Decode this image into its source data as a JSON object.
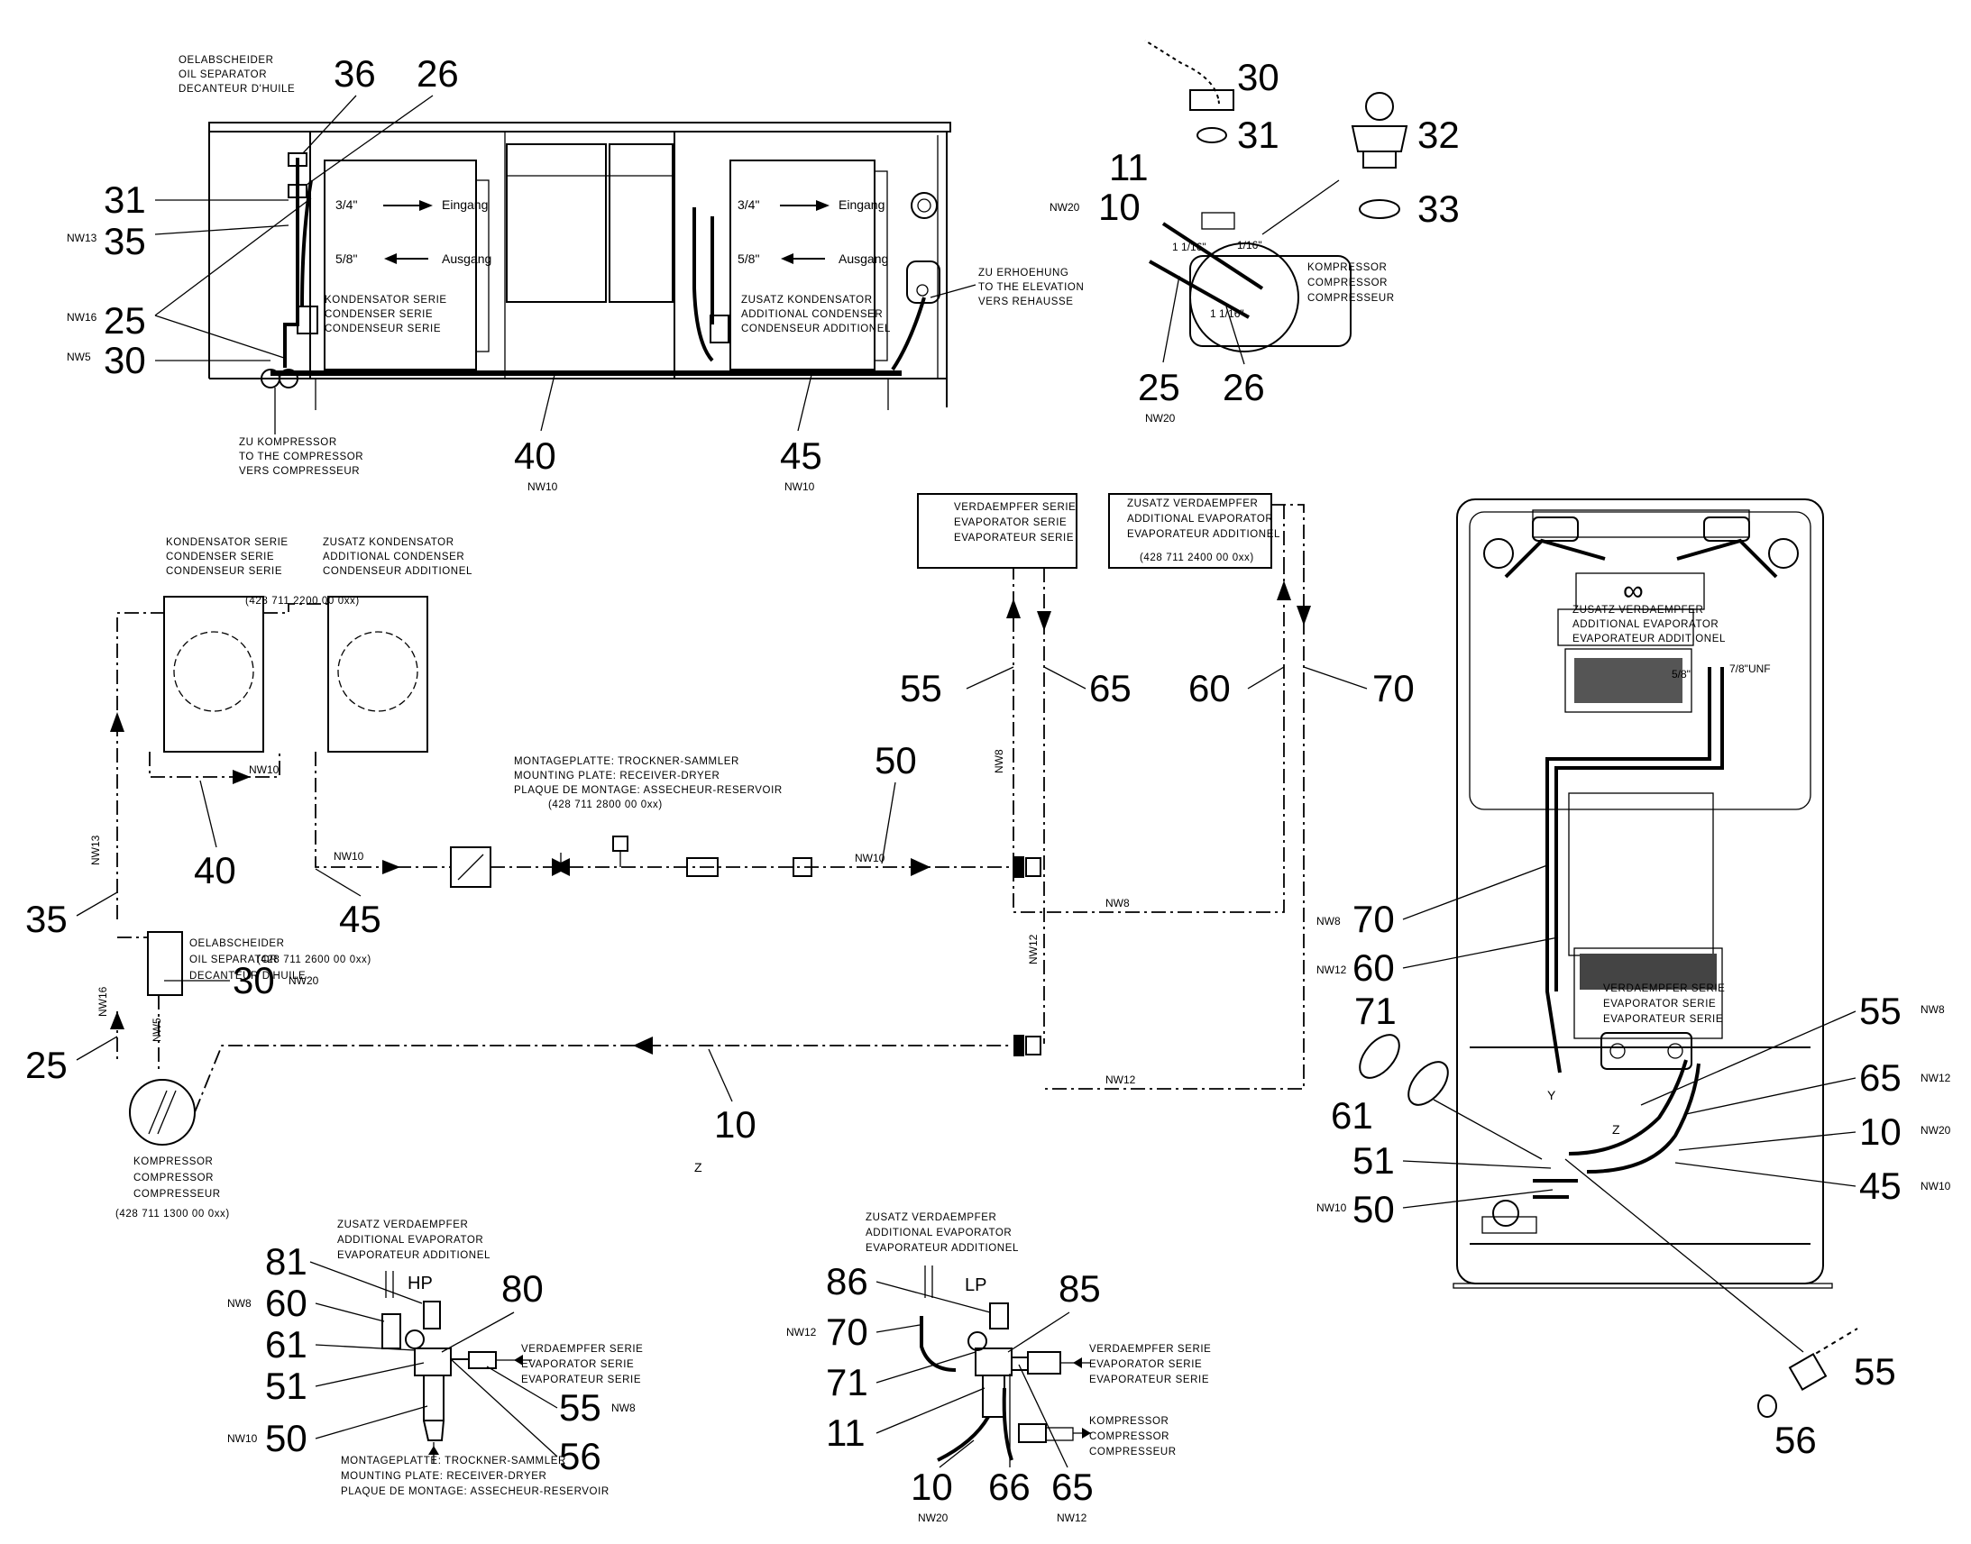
{
  "texts": {
    "oil_sep_de": "OELABSCHEIDER",
    "oil_sep_en": "OIL SEPARATOR",
    "oil_sep_fr": "DECANTEUR D'HUILE",
    "in_size": "3/4\"",
    "in_label": "Eingang",
    "out_size": "5/8\"",
    "out_label": "Ausgang",
    "cond_de": "KONDENSATOR SERIE",
    "cond_en": "CONDENSER SERIE",
    "cond_fr": "CONDENSEUR SERIE",
    "addcond_de": "ZUSATZ KONDENSATOR",
    "addcond_en": "ADDITIONAL CONDENSER",
    "addcond_fr": "CONDENSEUR ADDITIONEL",
    "elev_de": "ZU ERHOEHUNG",
    "elev_en": "TO THE ELEVATION",
    "elev_fr": "VERS REHAUSSE",
    "tocomp_de": "ZU KOMPRESSOR",
    "tocomp_en": "TO THE COMPRESSOR",
    "tocomp_fr": "VERS COMPRESSEUR",
    "comp_de": "KOMPRESSOR",
    "comp_en": "COMPRESSOR",
    "comp_fr": "COMPRESSEUR",
    "evap_de": "VERDAEMPFER SERIE",
    "evap_en": "EVAPORATOR SERIE",
    "evap_fr": "EVAPORATEUR SERIE",
    "addevap_de": "ZUSATZ VERDAEMPFER",
    "addevap_en": "ADDITIONAL EVAPORATOR",
    "addevap_fr": "EVAPORATEUR ADDITIONEL",
    "mount_de": "MONTAGEPLATTE: TROCKNER-SAMMLER",
    "mount_en": "MOUNTING PLATE: RECEIVER-DRYER",
    "mount_fr": "PLAQUE DE MONTAGE: ASSECHEUR-RESERVOIR",
    "code_cond": "(428 711 2200 00 0xx)",
    "code_addevap": "(428 711 2400 00 0xx)",
    "code_mount": "(428 711 2800 00 0xx)",
    "code_oil": "(428 711 2600 00 0xx)",
    "code_comp": "(428 711 1300 00 0xx)",
    "z": "Z",
    "z_detail": "Z",
    "hp": "HP",
    "lp": "LP",
    "infinity": "∞",
    "unf": "7/8\"UNF",
    "five_eighth": "5/8\"",
    "s11_16": "1 1/16\"",
    "s1_16": "1/16\"",
    "s11_16b": "1 1/16\"",
    "nw5": "NW5",
    "nw8": "NW8",
    "nw10": "NW10",
    "nw12": "NW12",
    "nw13": "NW13",
    "nw16": "NW16",
    "nw20": "NW20"
  },
  "parts": {
    "p10": "10",
    "p11": "11",
    "p25": "25",
    "p26": "26",
    "p30": "30",
    "p31": "31",
    "p32": "32",
    "p33": "33",
    "p35": "35",
    "p36": "36",
    "p40": "40",
    "p45": "45",
    "p50": "50",
    "p51": "51",
    "p55": "55",
    "p56": "56",
    "p60": "60",
    "p61": "61",
    "p65": "65",
    "p66": "66",
    "p70": "70",
    "p71": "71",
    "p80": "80",
    "p81": "81",
    "p85": "85",
    "p86": "86"
  }
}
